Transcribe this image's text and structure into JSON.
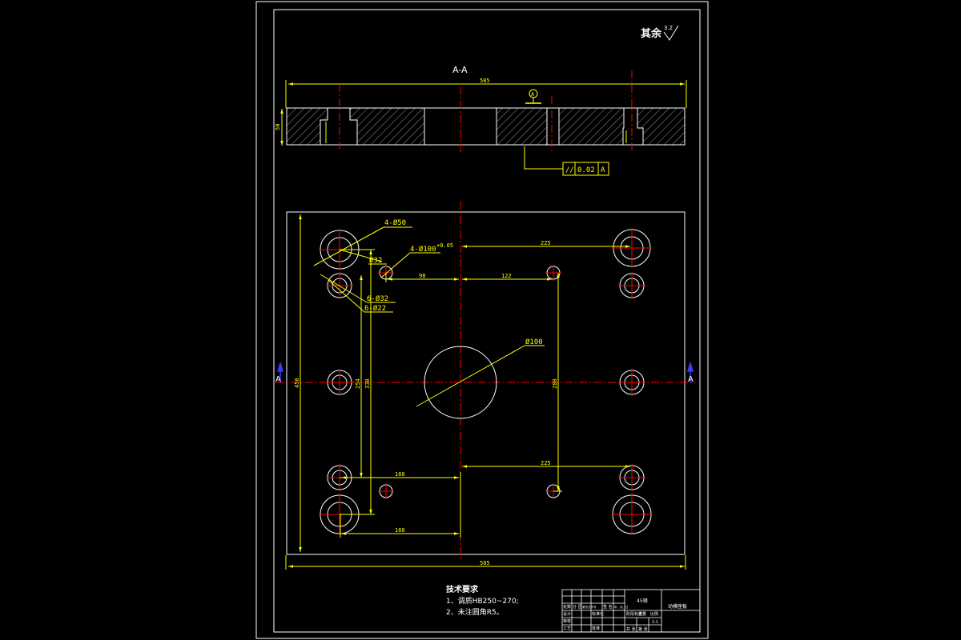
{
  "colors": {
    "background": "#000000",
    "frame": "#ffffff",
    "outline": "#ffffff",
    "dimension": "#ffff00",
    "centerline": "#ff0000",
    "hatch": "#bfbfbf",
    "arrow_marker": "#3b3bff"
  },
  "section": {
    "title": "A-A",
    "length_dim": "585",
    "thickness_dim": "50",
    "datum": "A",
    "tolerance": {
      "symbol": "//",
      "value": "0.02",
      "datum": "A"
    }
  },
  "roughness": {
    "prefix": "其余",
    "value": "3.2"
  },
  "plan": {
    "section_mark_left": "A",
    "section_mark_right": "A",
    "dims": {
      "top_225": "225",
      "bottom_225": "225",
      "d_98": "98",
      "d_122": "122",
      "d_160_upper": "160",
      "d_160_lower": "160",
      "width_585": "585",
      "height_450": "450",
      "d_254": "254",
      "d_330": "330",
      "d_280": "280"
    },
    "callouts": {
      "bolt_holes": "4-Ø50",
      "pin_holes": "4-Ø100",
      "pin_tol": "+0.05",
      "c_32": "Ø32",
      "holes_32": "6-Ø32",
      "holes_22": "6-Ø22",
      "center_hole": "Ø100"
    }
  },
  "notes": {
    "title": "技术要求",
    "items": [
      "1、调质HB250~270;",
      "2、未注圆角R5。"
    ]
  },
  "title_block": {
    "part_name": "动模座板",
    "material": "45钢",
    "cells": [
      "处数",
      "分 区",
      "更改文件号",
      "签 名",
      "年、月、日",
      "设计",
      "标准化",
      "阶段标记",
      "重量",
      "比例",
      "审核",
      "工艺",
      "批准",
      "共 张",
      "第 张",
      "1:1"
    ]
  }
}
